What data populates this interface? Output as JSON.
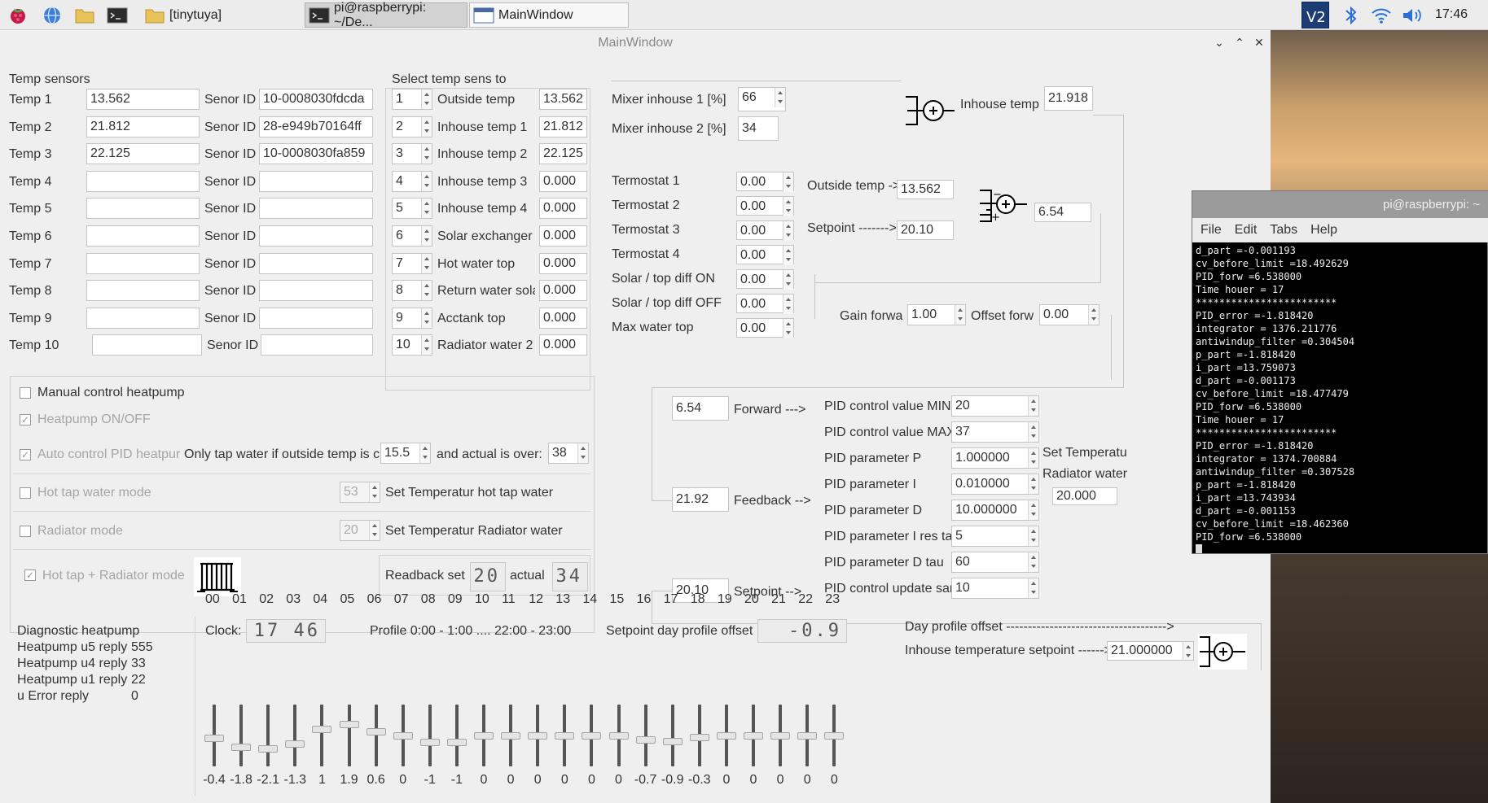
{
  "taskbar": {
    "buttons": [
      "[tinytuya]",
      "pi@raspberrypi: ~/De...",
      "MainWindow"
    ],
    "clock": "17:46"
  },
  "window": {
    "title": "MainWindow"
  },
  "sensors": {
    "header": "Temp sensors",
    "id_label": "Senor ID",
    "rows": [
      {
        "label": "Temp 1",
        "value": "13.562",
        "id": "10-0008030fdcda"
      },
      {
        "label": "Temp 2",
        "value": "21.812",
        "id": "28-e949b70164ff"
      },
      {
        "label": "Temp 3",
        "value": "22.125",
        "id": "10-0008030fa859"
      },
      {
        "label": "Temp 4",
        "value": "",
        "id": ""
      },
      {
        "label": "Temp 5",
        "value": "",
        "id": ""
      },
      {
        "label": "Temp 6",
        "value": "",
        "id": ""
      },
      {
        "label": "Temp 7",
        "value": "",
        "id": ""
      },
      {
        "label": "Temp 8",
        "value": "",
        "id": ""
      },
      {
        "label": "Temp 9",
        "value": "",
        "id": ""
      },
      {
        "label": "Temp 10",
        "value": "",
        "id": ""
      }
    ]
  },
  "select": {
    "header": "Select temp sens to",
    "rows": [
      {
        "num": "1",
        "name": "Outside temp",
        "value": "13.562"
      },
      {
        "num": "2",
        "name": "Inhouse temp 1",
        "value": "21.812"
      },
      {
        "num": "3",
        "name": "Inhouse temp 2",
        "value": "22.125"
      },
      {
        "num": "4",
        "name": "Inhouse temp 3",
        "value": "0.000"
      },
      {
        "num": "5",
        "name": "Inhouse temp 4",
        "value": "0.000"
      },
      {
        "num": "6",
        "name": "Solar exchanger",
        "value": "0.000"
      },
      {
        "num": "7",
        "name": "Hot water top",
        "value": "0.000"
      },
      {
        "num": "8",
        "name": "Return water sola",
        "value": "0.000"
      },
      {
        "num": "9",
        "name": "Acctank top",
        "value": "0.000"
      },
      {
        "num": "10",
        "name": "Radiator water 2",
        "value": "0.000"
      }
    ]
  },
  "mixer": {
    "rows": [
      {
        "label": "Mixer inhouse 1 [%]",
        "value": "66"
      },
      {
        "label": "Mixer inhouse 2 [%]",
        "value": "34"
      }
    ]
  },
  "thermo": {
    "rows": [
      {
        "label": "Termostat 1",
        "value": "0.00"
      },
      {
        "label": "Termostat 2",
        "value": "0.00"
      },
      {
        "label": "Termostat 3",
        "value": "0.00"
      },
      {
        "label": "Termostat 4",
        "value": "0.00"
      },
      {
        "label": "Solar / top diff ON",
        "value": "0.00"
      },
      {
        "label": "Solar / top diff OFF",
        "value": "0.00"
      },
      {
        "label": "Max water top",
        "value": "0.00"
      }
    ]
  },
  "calc": {
    "inhouse_label": "Inhouse temp",
    "inhouse_value": "21.918",
    "outside_label": "Outside temp ->",
    "outside_value": "13.562",
    "setpoint_label": "Setpoint ------->",
    "setpoint_value": "20.10",
    "sum_value": "6.54",
    "gain_label": "Gain forwa",
    "gain_value": "1.00",
    "offset_label": "Offset forw",
    "offset_value": "0.00"
  },
  "pid": {
    "forward_value": "6.54",
    "forward_label": "Forward --->",
    "feedback_value": "21.92",
    "feedback_label": "Feedback -->",
    "setpoint_value": "20.10",
    "setpoint_label": "Setpoint -->",
    "params": [
      {
        "label": "PID control value MIN",
        "value": "20"
      },
      {
        "label": "PID control value MAX",
        "value": "37"
      },
      {
        "label": "PID parameter P",
        "value": "1.000000"
      },
      {
        "label": "PID parameter I",
        "value": "0.010000"
      },
      {
        "label": "PID parameter D",
        "value": "10.000000"
      },
      {
        "label": "PID parameter I res tau",
        "value": "5"
      },
      {
        "label": "PID parameter D tau",
        "value": "60"
      },
      {
        "label": "PID control update samp",
        "value": "10"
      }
    ],
    "set_temp_label1": "Set Temperatu",
    "set_temp_label2": "Radiator water",
    "set_temp_value": "20.000"
  },
  "heatpump": {
    "manual_label": "Manual control heatpump",
    "onoff_label": "Heatpump ON/OFF",
    "auto_label": "Auto control PID heatpur",
    "only_tap_label": "Only tap water if outside temp is c",
    "only_tap_value": "15.5",
    "actual_label": "and actual is over:",
    "actual_value": "38",
    "hot_tap_label": "Hot tap water mode",
    "hot_tap_value": "53",
    "hot_tap_set_label": "Set Temperatur hot tap water",
    "radiator_label": "Radiator mode",
    "radiator_value": "20",
    "radiator_set_label": "Set Temperatur Radiator water",
    "combo_label": "Hot tap + Radiator mode",
    "readback_label": "Readback set",
    "readback_value": "20",
    "actual2_label": "actual",
    "actual2_value": "34"
  },
  "diag": {
    "title": "Diagnostic heatpump",
    "rows": [
      {
        "label": "Heatpump u5 reply",
        "value": "555"
      },
      {
        "label": "Heatpump u4 reply",
        "value": "33"
      },
      {
        "label": "Heatpump u1 reply",
        "value": "22"
      },
      {
        "label": "u Error reply",
        "value": "0"
      }
    ]
  },
  "profile": {
    "clock_label": "Clock:",
    "clock_value": "17 46",
    "range_label": "Profile 0:00 - 1:00 .... 22:00 - 23:00",
    "offset_label": "Setpoint day profile offset",
    "offset_value": "-0.9",
    "day_offset_label": "Day profile offset ------------------------------------->",
    "setpoint_label": "Inhouse temperature setpoint ------>",
    "setpoint_value": "21.000000",
    "hours": [
      "00",
      "01",
      "02",
      "03",
      "04",
      "05",
      "06",
      "07",
      "08",
      "09",
      "10",
      "11",
      "12",
      "13",
      "14",
      "15",
      "16",
      "17",
      "18",
      "19",
      "20",
      "21",
      "22",
      "23"
    ],
    "values": [
      "-0.4",
      "-1.8",
      "-2.1",
      "-1.3",
      "1",
      "1.9",
      "0.6",
      "0",
      "-1",
      "-1",
      "0",
      "0",
      "0",
      "0",
      "0",
      "0",
      "-0.7",
      "-0.9",
      "-0.3",
      "0",
      "0",
      "0",
      "0",
      "0"
    ],
    "numeric": [
      -0.4,
      -1.8,
      -2.1,
      -1.3,
      1,
      1.9,
      0.6,
      0,
      -1,
      -1,
      0,
      0,
      0,
      0,
      0,
      0,
      -0.7,
      -0.9,
      -0.3,
      0,
      0,
      0,
      0,
      0
    ]
  },
  "terminal": {
    "title": "pi@raspberrypi: ~",
    "menu": [
      "File",
      "Edit",
      "Tabs",
      "Help"
    ],
    "lines": [
      "d_part =-0.001193",
      "cv_before_limit =18.492629",
      "PID_forw =6.538000",
      "Time houer = 17",
      "************************",
      "PID_error =-1.818420",
      "integrator = 1376.211776",
      "antiwindup_filter =0.304504",
      "p_part =-1.818420",
      "i_part =13.759073",
      "d_part =-0.001173",
      "cv_before_limit =18.477479",
      "PID_forw =6.538000",
      "Time houer = 17",
      "************************",
      "PID_error =-1.818420",
      "integrator = 1374.700884",
      "antiwindup_filter =0.307528",
      "p_part =-1.818420",
      "i_part =13.743934",
      "d_part =-0.001153",
      "cv_before_limit =18.462360",
      "PID_forw =6.538000"
    ]
  }
}
